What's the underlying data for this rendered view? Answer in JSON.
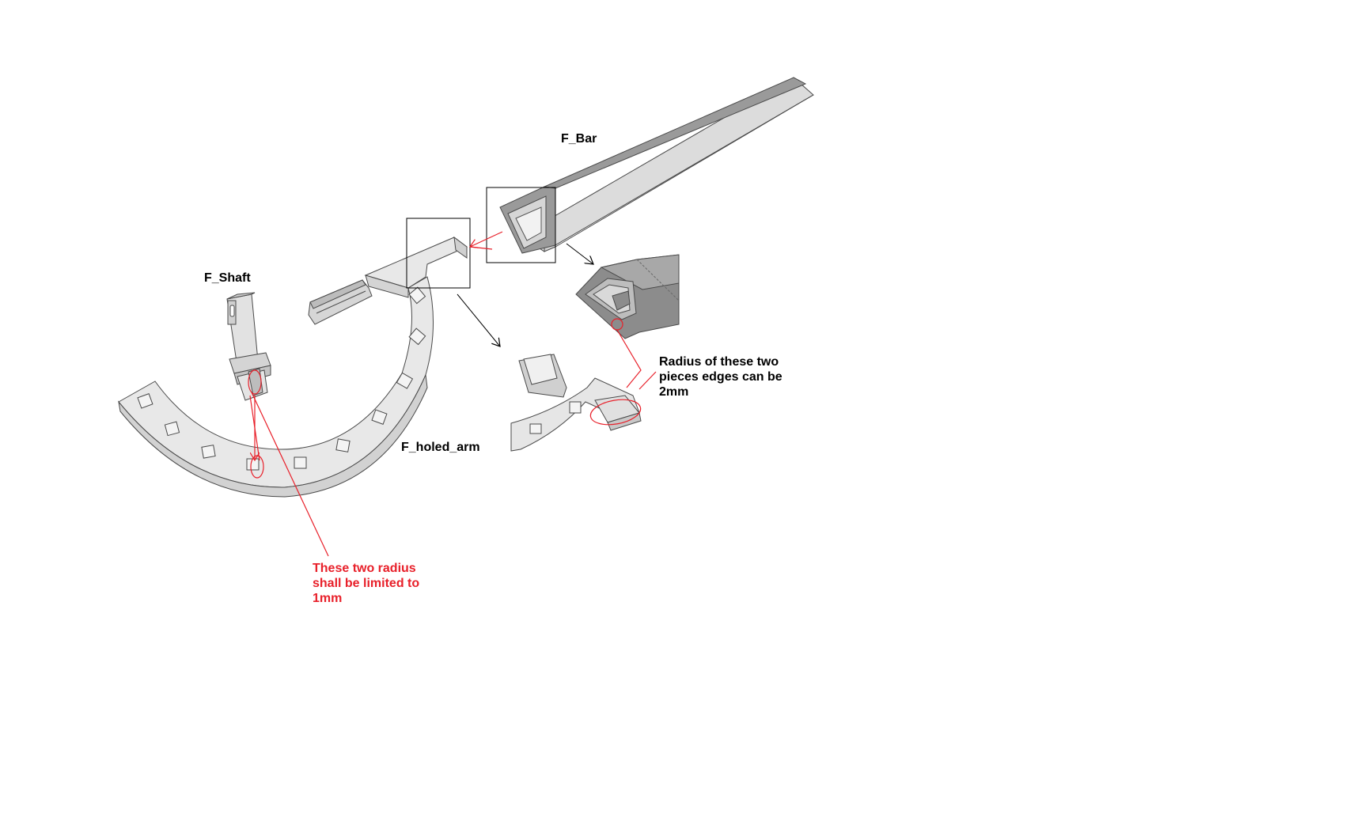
{
  "labels": {
    "bar": "F_Bar",
    "shaft": "F_Shaft",
    "holed_arm": "F_holed_arm"
  },
  "notes": {
    "edges_2mm": [
      "Radius of these two",
      "pieces edges can be",
      "2mm"
    ],
    "radius_1mm": [
      "These two radius",
      "shall be limited to",
      "1mm"
    ]
  },
  "colors": {
    "part_fill": "#e6e6e6",
    "part_fill_dark": "#8c8c8c",
    "outline": "#4a4a4a",
    "annotation_red": "#e8202a",
    "callout_black": "#000000",
    "background": "#ffffff"
  }
}
